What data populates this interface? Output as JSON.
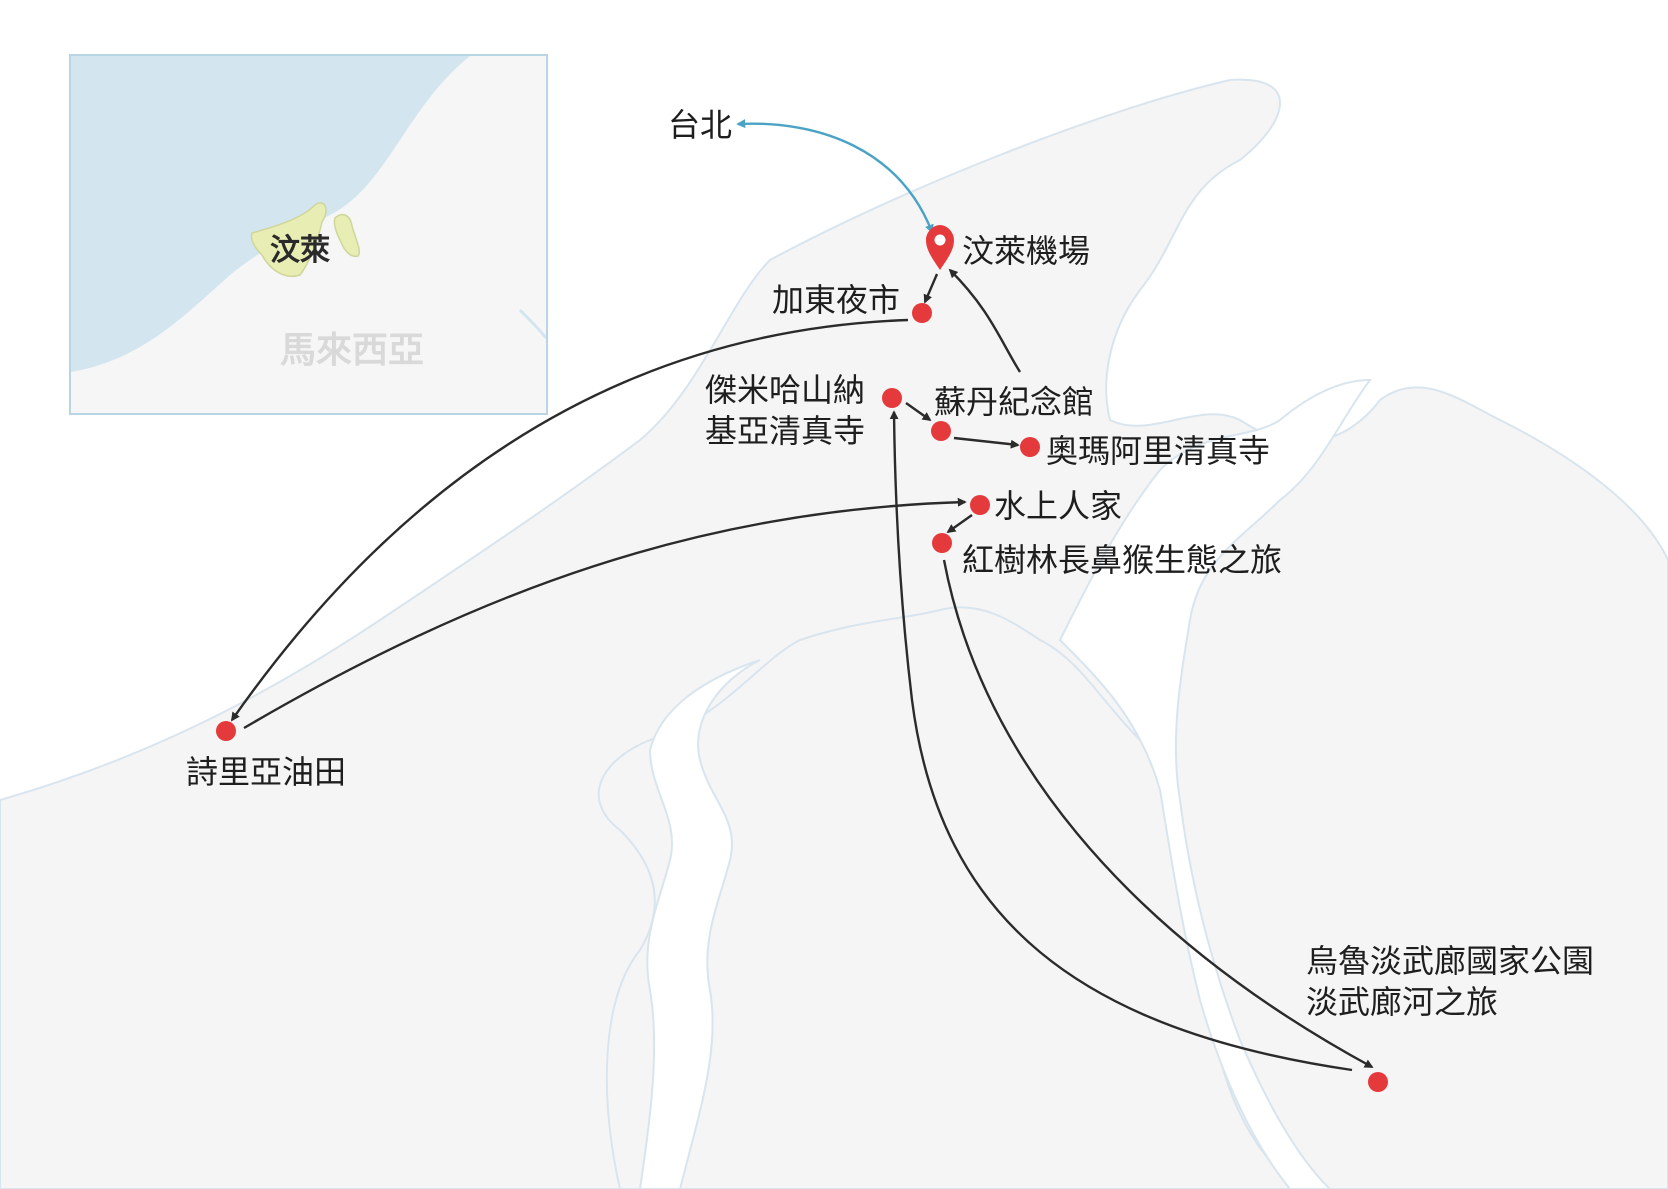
{
  "colors": {
    "sea": "#ffffff",
    "land": "#f5f5f6",
    "land_border": "#d9e5ee",
    "inset_sea": "#d3e6ef",
    "inset_land": "#f6f6f6",
    "inset_border": "#b9d4e2",
    "brunei_fill": "#e8edb4",
    "marker_red": "#e53a3c",
    "route_dark": "#2b2b2b",
    "route_flight": "#4aa3c4"
  },
  "icons": {
    "airport": "location-pin-icon",
    "stop": "red-dot-icon"
  },
  "inset": {
    "country_label": "汶萊",
    "neighbor_label": "馬來西亞"
  },
  "places": {
    "taipei": "台北",
    "airport": "汶萊機場",
    "night_market": "加東夜市",
    "jame_line1": "傑米哈山納",
    "jame_line2": "基亞清真寺",
    "sultan_memorial": "蘇丹紀念館",
    "omar_ali_mosque": "奧瑪阿里清真寺",
    "water_village": "水上人家",
    "mangrove_tour": "紅樹林長鼻猴生態之旅",
    "seria_oilfield": "詩里亞油田",
    "ulu_line1": "烏魯淡武廊國家公園",
    "ulu_line2": "淡武廊河之旅"
  }
}
